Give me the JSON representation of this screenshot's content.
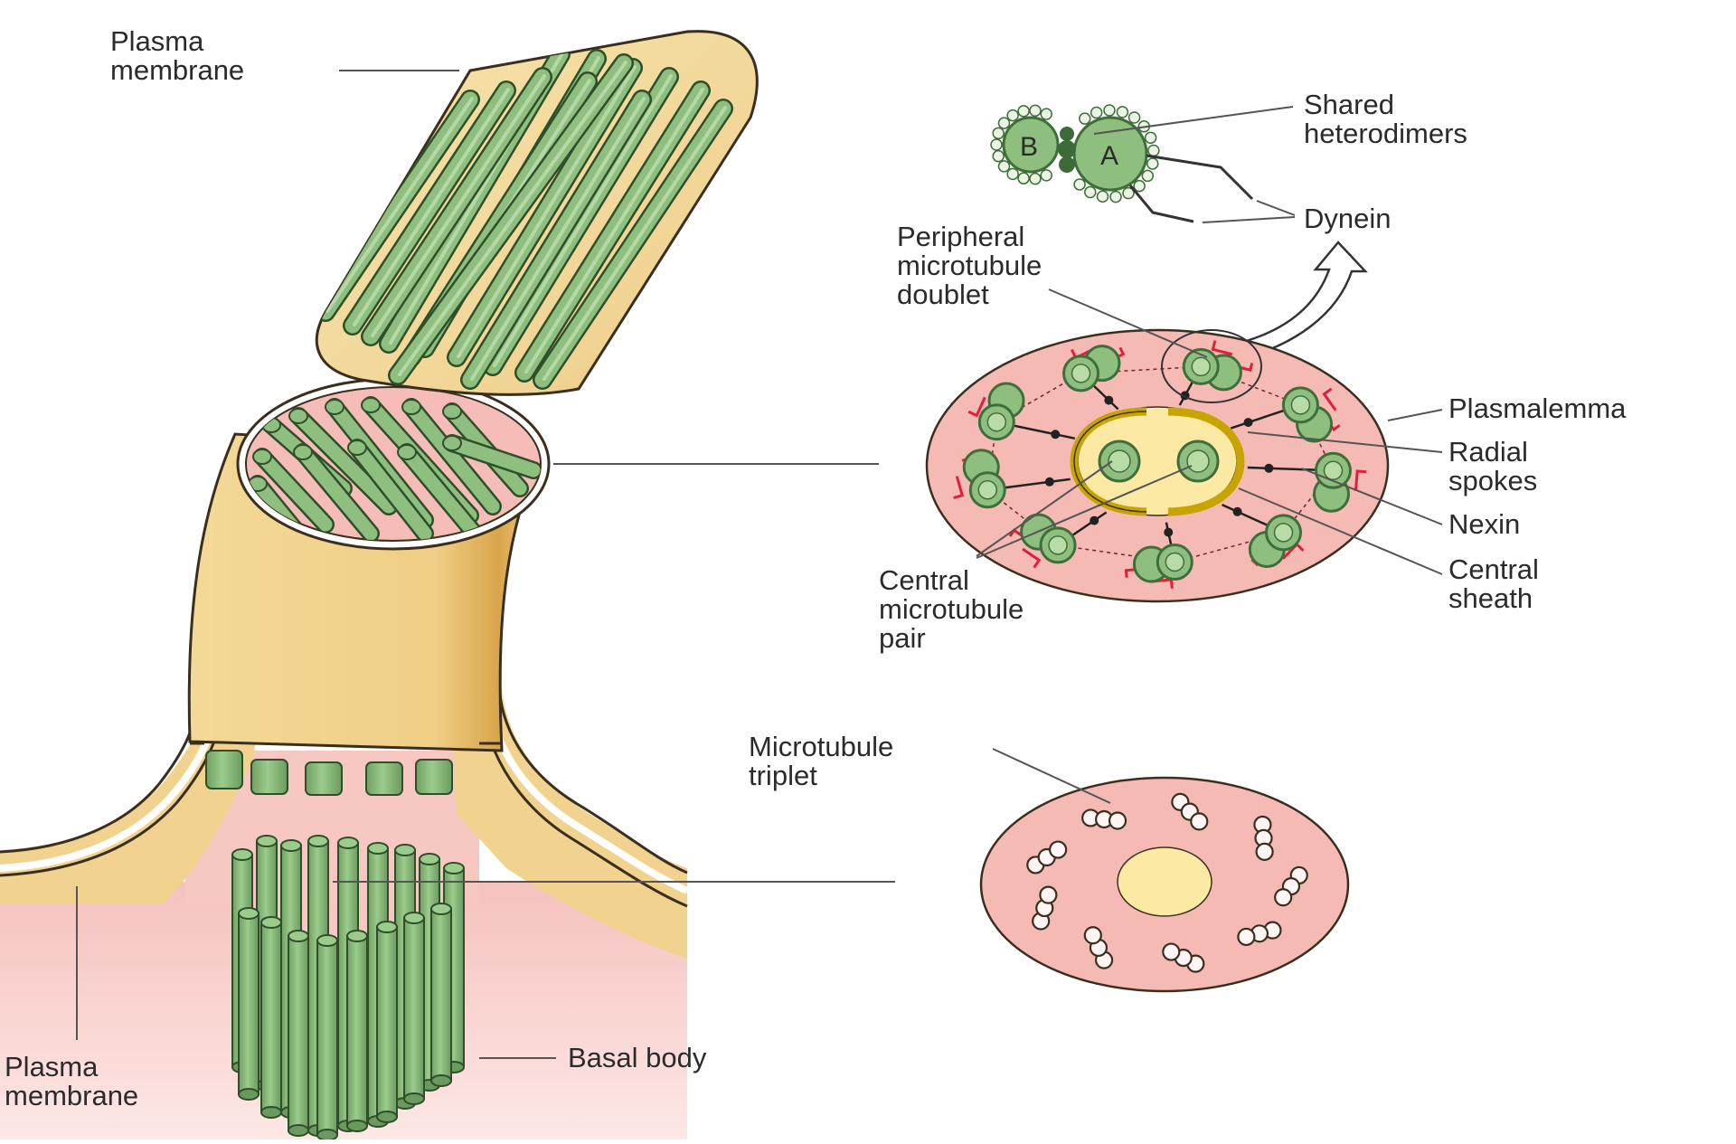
{
  "labels": {
    "plasma_membrane_top": [
      "Plasma",
      "membrane"
    ],
    "shared_heterodimers": [
      "Shared",
      "heterodimers"
    ],
    "dynein": "Dynein",
    "peripheral_doublet": [
      "Peripheral",
      "microtubule",
      "doublet"
    ],
    "plasmalemma": "Plasmalemma",
    "radial_spokes": [
      "Radial",
      "spokes"
    ],
    "nexin": "Nexin",
    "central_sheath": [
      "Central",
      "sheath"
    ],
    "central_pair": [
      "Central",
      "microtubule",
      "pair"
    ],
    "microtubule_triplet": [
      "Microtubule",
      "triplet"
    ],
    "plasma_membrane_bottom": [
      "Plasma",
      "membrane"
    ],
    "basal_body": "Basal body",
    "subfiber_b": "B",
    "subfiber_a": "A"
  },
  "colors": {
    "cytoplasm_yellow": "#f1d38f",
    "membrane_outline": "#3a2f1f",
    "microtubule_green": "#8fbf7f",
    "microtubule_dark": "#3f6e3a",
    "cross_section_pink": "#f6b9b4",
    "central_yellow": "#fbe9a4",
    "sheath_gold": "#c8a400",
    "dynein_red": "#e0203a",
    "leader_line": "#555555"
  }
}
